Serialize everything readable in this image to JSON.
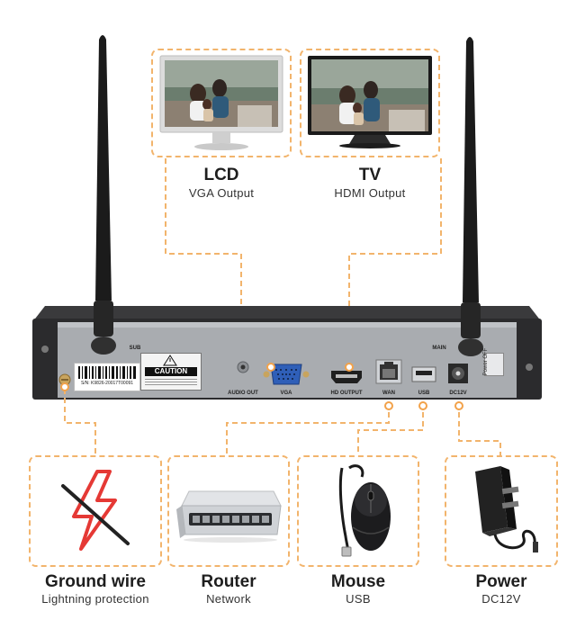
{
  "outputs": [
    {
      "title": "LCD",
      "subtitle": "VGA Output",
      "icon": "lcd-monitor-icon"
    },
    {
      "title": "TV",
      "subtitle": "HDMI Output",
      "icon": "tv-icon"
    }
  ],
  "panel": {
    "caution": "CAUTION",
    "serial": "S/N: K9826-20017T00091",
    "ports": {
      "audio_out": "AUDIO OUT",
      "vga": "VGA",
      "hd_output": "HD OUTPUT",
      "wan": "WAN",
      "usb": "USB",
      "dc12v": "DC12V",
      "power_off": "Power OFF",
      "sub_left": "SUB",
      "sub_right": "MAIN"
    }
  },
  "devices": [
    {
      "title": "Ground wire",
      "subtitle": "Lightning protection",
      "icon": "lightning-off-icon"
    },
    {
      "title": "Router",
      "subtitle": "Network",
      "icon": "router-icon"
    },
    {
      "title": "Mouse",
      "subtitle": "USB",
      "icon": "mouse-icon"
    },
    {
      "title": "Power",
      "subtitle": "DC12V",
      "icon": "power-adapter-icon"
    }
  ],
  "colors": {
    "accent": "#f2b46c",
    "lightning": "#e53935",
    "panel": "#a9acb0",
    "case": "#2b2b2d"
  }
}
